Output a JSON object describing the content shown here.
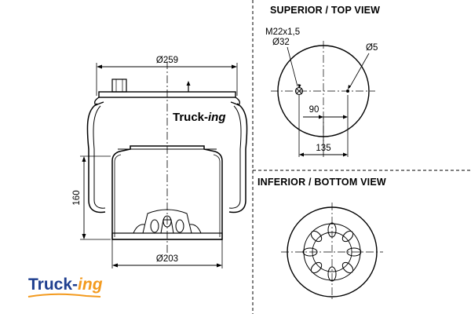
{
  "views": {
    "top_title": "SUPERIOR / TOP VIEW",
    "bottom_title": "INFERIOR / BOTTOM VIEW"
  },
  "dimensions": {
    "top_diameter": "Ø259",
    "height": "160",
    "bottom_diameter": "Ø203",
    "thread": "M22x1,5",
    "stud_diameter": "Ø32",
    "small_hole": "Ø5",
    "offset_inner": "90",
    "offset_outer": "135"
  },
  "brand": {
    "main": "Truck-",
    "suffix": "ing",
    "colors": {
      "blue": "#1f3f8f",
      "orange": "#f39a1e",
      "text": "#000000"
    }
  }
}
